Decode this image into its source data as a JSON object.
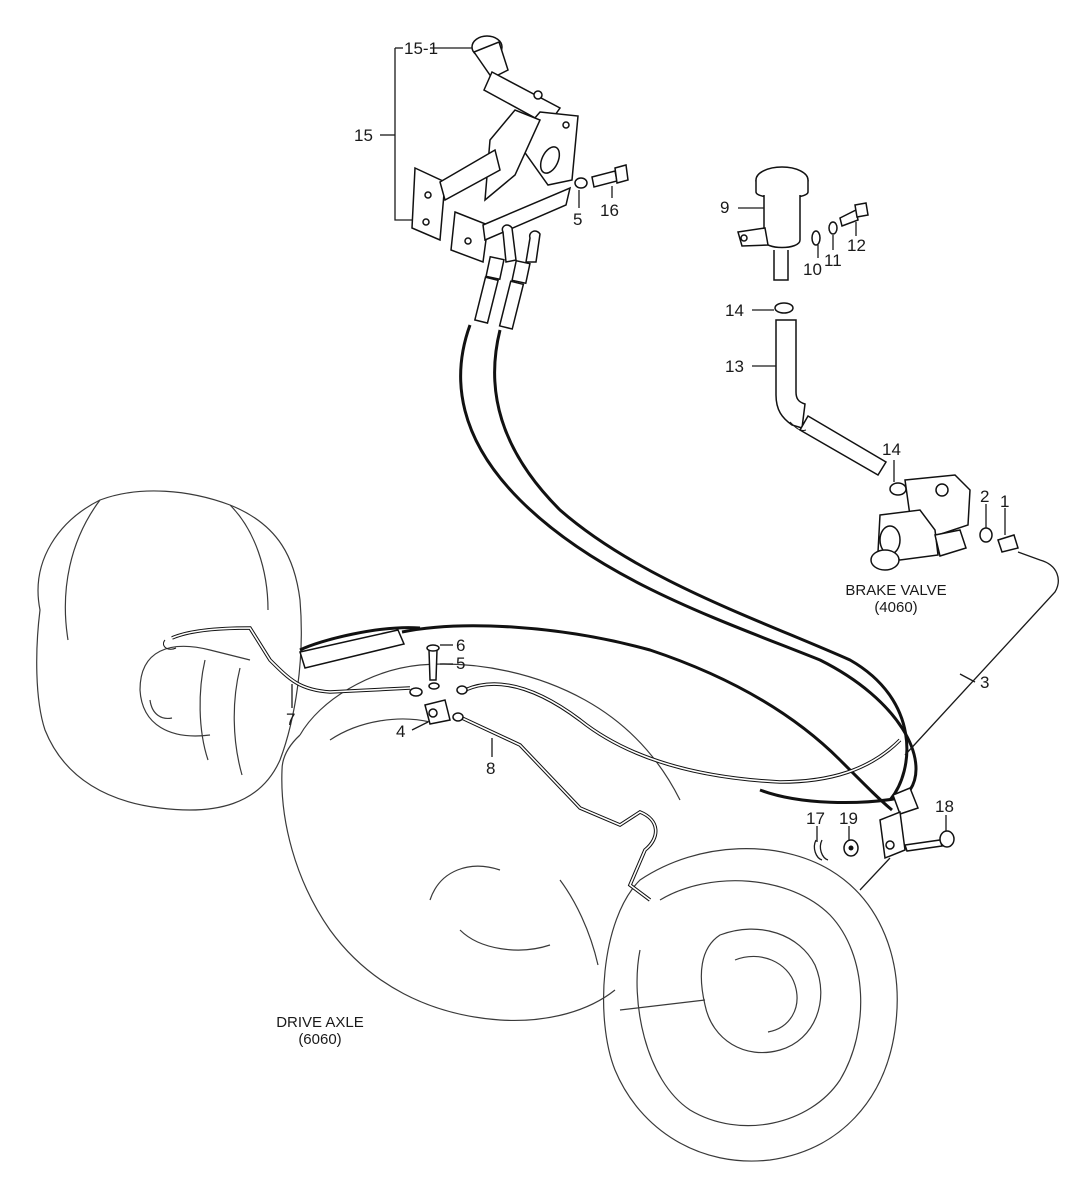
{
  "callouts": {
    "c15_1": "15-1",
    "c15": "15",
    "c5_top": "5",
    "c16": "16",
    "c9": "9",
    "c10": "10",
    "c11": "11",
    "c12": "12",
    "c14_top": "14",
    "c13": "13",
    "c14_mid": "14",
    "c2": "2",
    "c1": "1",
    "c3": "3",
    "c6": "6",
    "c5_mid": "5",
    "c4": "4",
    "c7": "7",
    "c8": "8",
    "c17": "17",
    "c19": "19",
    "c18": "18"
  },
  "captions": {
    "brake_valve_name": "BRAKE VALVE",
    "brake_valve_code": "(4060)",
    "drive_axle_name": "DRIVE AXLE",
    "drive_axle_code": "(6060)"
  }
}
